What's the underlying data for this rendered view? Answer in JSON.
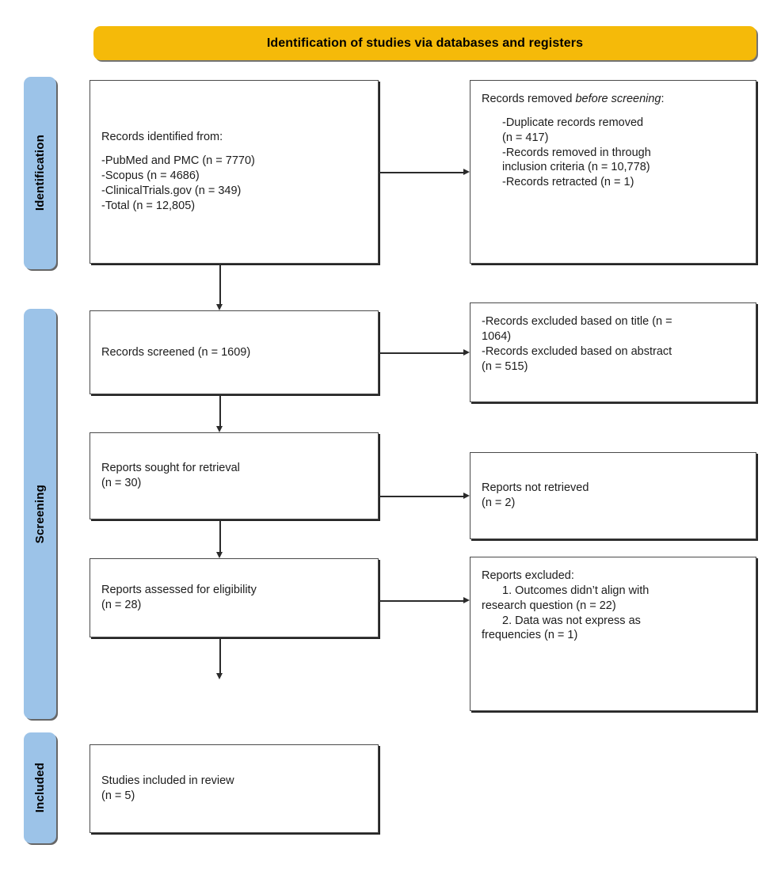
{
  "diagram": {
    "type": "prisma-flow-diagram",
    "banner": {
      "title": "Identification of studies via databases and registers"
    },
    "accent_colors": {
      "banner_background": "#F5BA09",
      "phase_bar_background": "#9CC3E8",
      "box_border": "#4a4a4a",
      "connector": "#2b2b2b",
      "page_background": "#ffffff"
    },
    "phases": [
      {
        "id": "identification",
        "label": "Identification"
      },
      {
        "id": "screening",
        "label": "Screening"
      },
      {
        "id": "included",
        "label": "Included"
      }
    ],
    "boxes": {
      "records_identified": {
        "heading": "Records identified from:",
        "lines": [
          "-PubMed and PMC (n = 7770)",
          "-Scopus (n = 4686)",
          "-ClinicalTrials.gov (n = 349)",
          "-Total (n = 12,805)"
        ]
      },
      "records_removed": {
        "heading_plain": "Records removed ",
        "heading_italic": "before screening",
        "heading_suffix": ":",
        "lines": [
          "-Duplicate records removed",
          "(n = 417)",
          "-Records removed in through",
          "inclusion criteria (n = 10,778)",
          "-Records retracted (n = 1)"
        ]
      },
      "records_screened": {
        "text": "Records screened (n = 1609)"
      },
      "records_excluded_title_abstract": {
        "lines": [
          "-Records excluded based on title (n =",
          "1064)",
          "-Records excluded based on abstract",
          "(n = 515)"
        ]
      },
      "reports_sought": {
        "lines": [
          "Reports sought for retrieval",
          "(n = 30)"
        ]
      },
      "reports_not_retrieved": {
        "lines": [
          "Reports not retrieved",
          "(n = 2)"
        ]
      },
      "reports_assessed": {
        "lines": [
          "Reports assessed for eligibility",
          "(n = 28)"
        ]
      },
      "reports_excluded": {
        "heading": "Reports excluded:",
        "lines": [
          "1. Outcomes didn’t align with",
          "research question (n = 22)",
          "2. Data was not express as",
          "frequencies (n = 1)"
        ]
      },
      "studies_included": {
        "lines": [
          "Studies included in review",
          "(n = 5)"
        ]
      }
    },
    "counts": {
      "pubmed_pmc": 7770,
      "scopus": 4686,
      "clinicaltrials_gov": 349,
      "total_identified": 12805,
      "duplicates_removed": 417,
      "removed_inclusion_criteria": 10778,
      "records_retracted": 1,
      "records_screened": 1609,
      "excluded_by_title": 1064,
      "excluded_by_abstract": 515,
      "reports_sought": 30,
      "reports_not_retrieved": 2,
      "reports_assessed": 28,
      "excluded_outcomes_misaligned": 22,
      "excluded_not_frequencies": 1,
      "studies_included": 5
    }
  }
}
